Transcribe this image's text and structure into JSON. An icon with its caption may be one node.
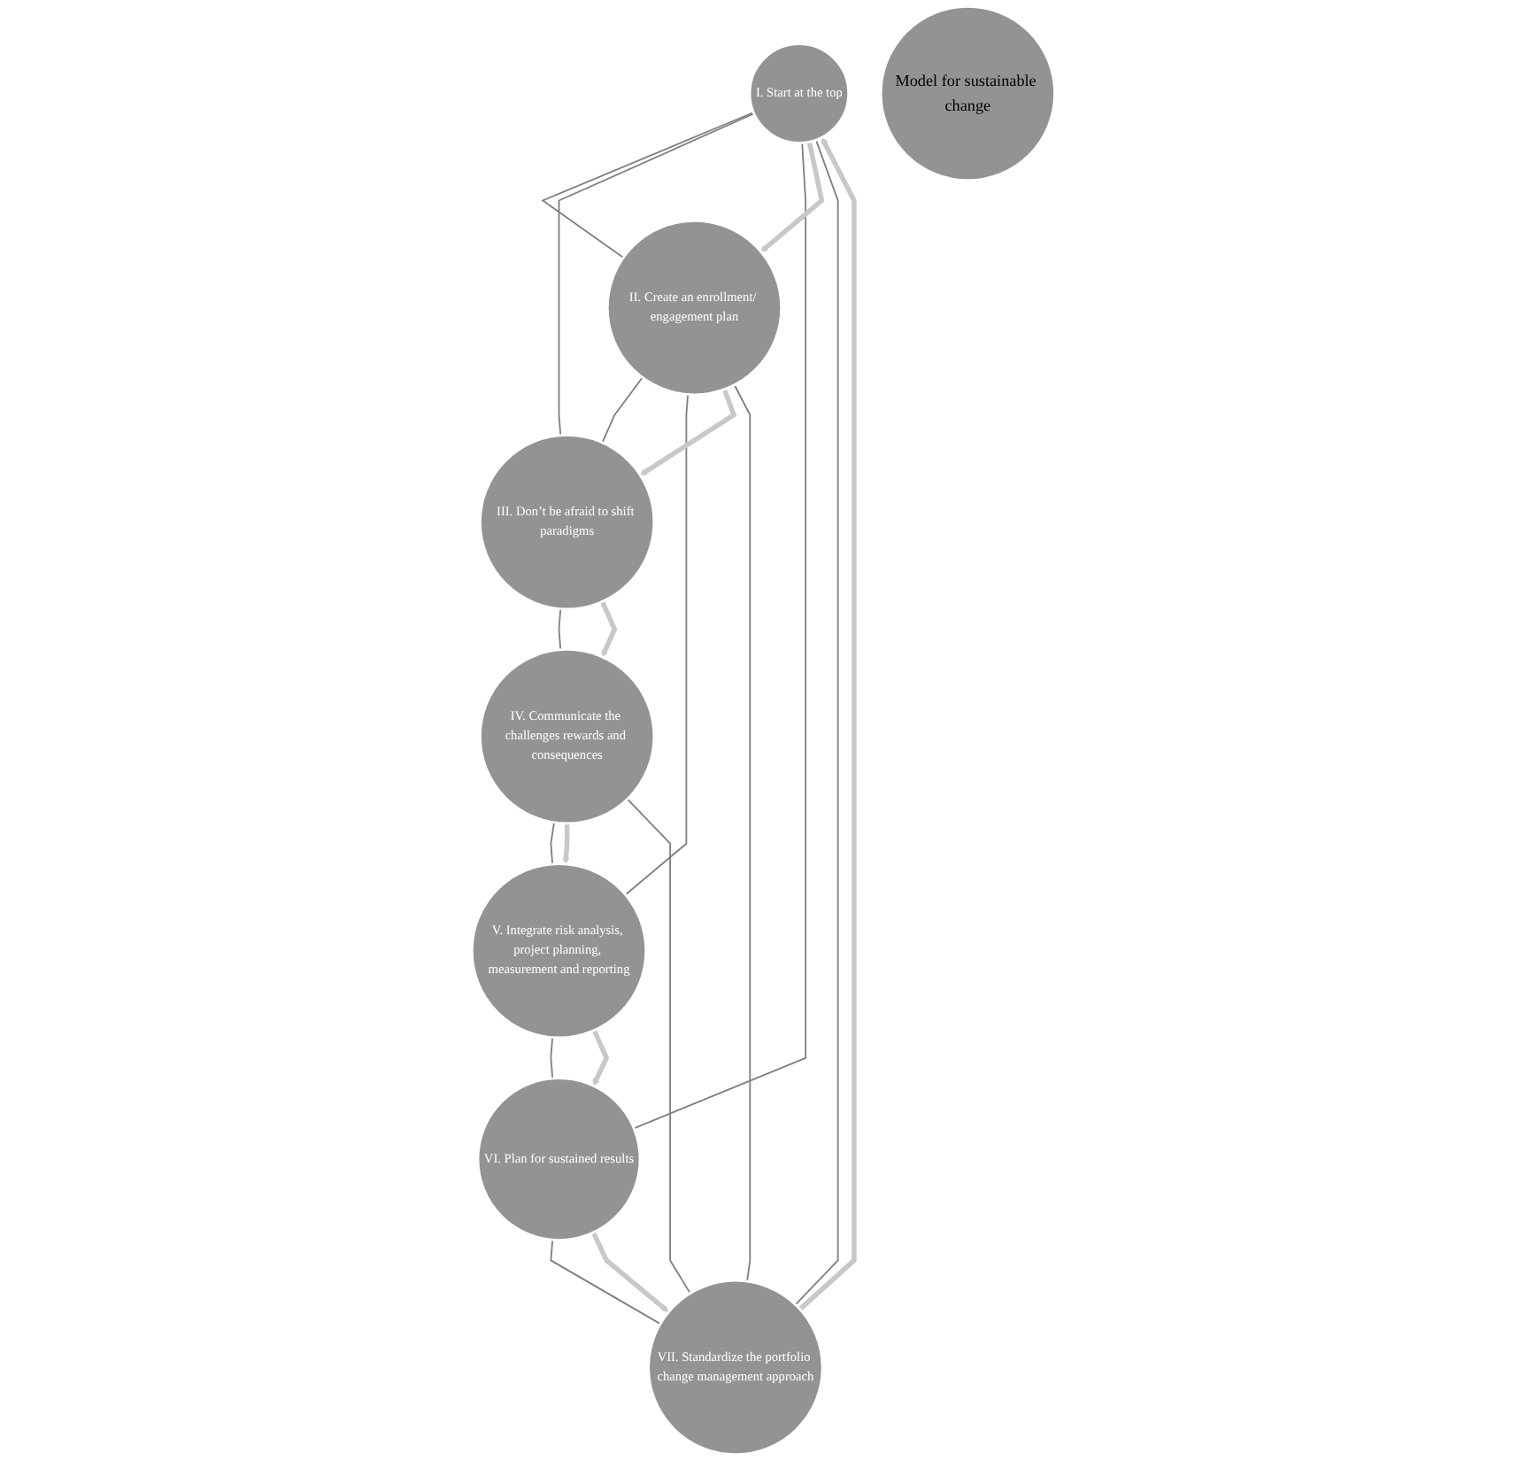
{
  "diagram": {
    "nodes": [
      {
        "text": [
          "I. Start at the top"
        ]
      },
      {
        "text": [
          "II. Create an enrollment/ engagement plan"
        ]
      },
      {
        "text": [
          "III. Don’t be afraid to shift paradigms"
        ]
      },
      {
        "text": [
          "IV. Communicate the challenges rewards and consequences"
        ]
      },
      {
        "text": [
          "V. Integrate risk analysis, project planning, measurement and reporting"
        ]
      },
      {
        "text": [
          "VI. Plan for sustained results"
        ]
      },
      {
        "text": [
          "VII. Standardize the portfolio change management approach"
        ]
      },
      {
        "text": [
          "Model for sustainable change"
        ]
      }
    ],
    "edges": [
      {
        "from": 0,
        "to": 1,
        "arrow": "none"
      },
      {
        "from": 1,
        "to": 2,
        "arrow": "none"
      },
      {
        "from": 2,
        "to": 3,
        "arrow": "none"
      },
      {
        "from": 3,
        "to": 4,
        "arrow": "none"
      },
      {
        "from": 4,
        "to": 5,
        "arrow": "none"
      },
      {
        "from": 5,
        "to": 6,
        "arrow": "none"
      },
      {
        "from": 6,
        "to": 0,
        "arrow": "none"
      },
      {
        "from": 0,
        "to": 2,
        "arrow": "none"
      },
      {
        "from": 0,
        "to": 5,
        "arrow": "none"
      },
      {
        "from": 6,
        "to": 1,
        "arrow": "none"
      },
      {
        "from": 6,
        "to": 3,
        "arrow": "none"
      },
      {
        "from": 1,
        "to": 4,
        "arrow": "none"
      },
      {
        "from": 6,
        "to": 0,
        "arrow": "to",
        "style": "thick",
        "color": "#c8c8c8"
      },
      {
        "from": 0,
        "to": 1,
        "arrow": "to",
        "style": "thick",
        "color": "#c8c8c8"
      },
      {
        "from": 1,
        "to": 2,
        "arrow": "to",
        "style": "thick",
        "color": "#c8c8c8"
      },
      {
        "from": 2,
        "to": 3,
        "arrow": "to",
        "style": "thick",
        "color": "#c8c8c8"
      },
      {
        "from": 3,
        "to": 4,
        "arrow": "to",
        "style": "thick",
        "color": "#c8c8c8"
      },
      {
        "from": 4,
        "to": 5,
        "arrow": "to",
        "style": "thick",
        "color": "#c8c8c8"
      },
      {
        "from": 5,
        "to": 6,
        "arrow": "to",
        "style": "thick",
        "color": "#c8c8c8"
      }
    ]
  }
}
